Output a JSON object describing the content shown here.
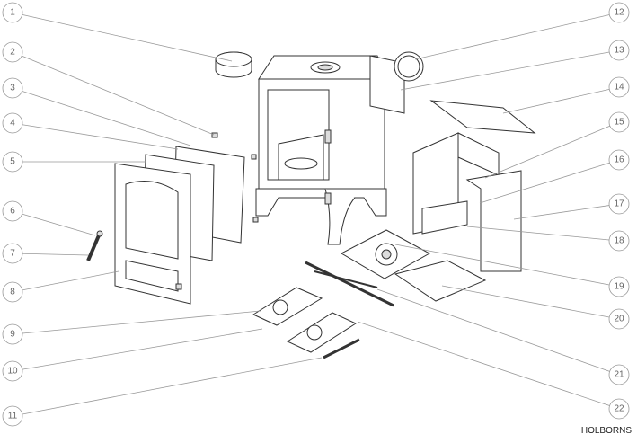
{
  "diagram": {
    "brand": "HOLBORNS",
    "callouts_left": [
      "1",
      "2",
      "3",
      "4",
      "5",
      "6",
      "7",
      "8",
      "9",
      "10",
      "11"
    ],
    "callouts_right": [
      "12",
      "13",
      "14",
      "15",
      "16",
      "17",
      "18",
      "19",
      "20",
      "21",
      "22"
    ]
  }
}
